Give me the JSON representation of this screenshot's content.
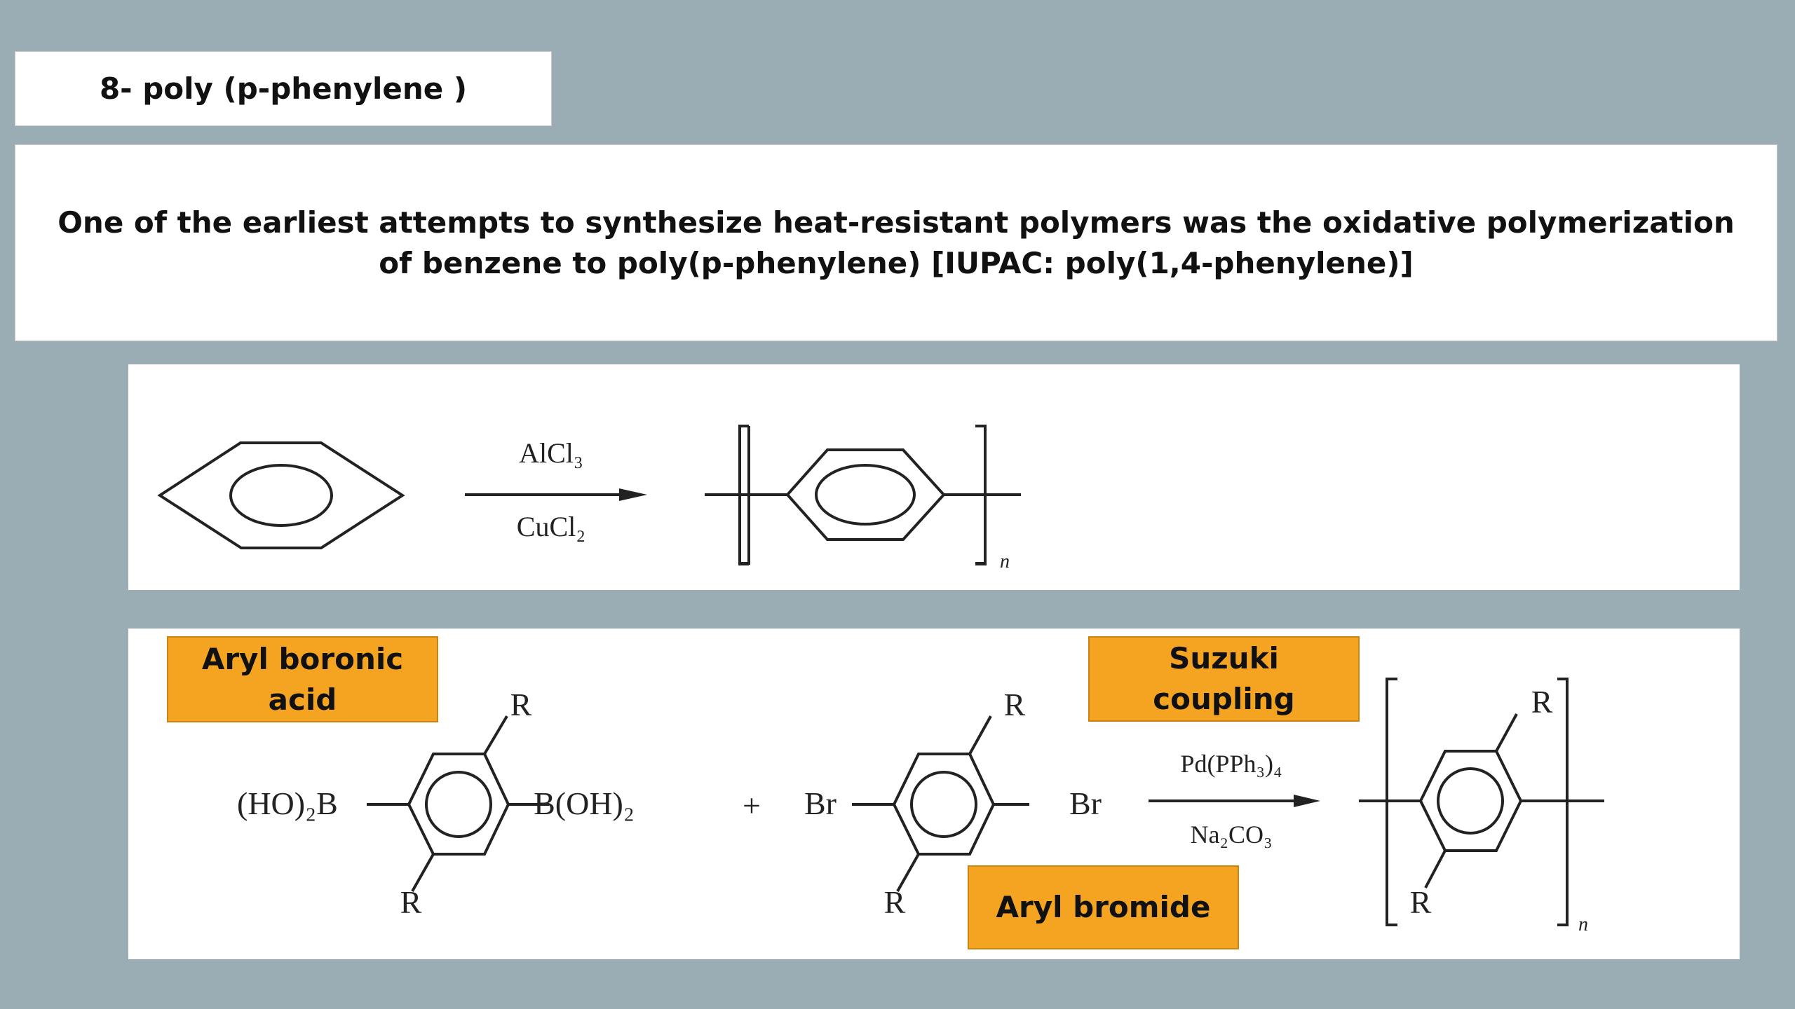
{
  "title": "8- poly (p-phenylene )",
  "description": {
    "line1": "One of the earliest attempts to synthesize heat-resistant polymers was the oxidative polymerization",
    "line2": "of benzene to poly(p-phenylene) [IUPAC: poly(1,4-phenylene)]"
  },
  "reaction1": {
    "reagent_top": "AlCl₃",
    "reagent_bottom": "CuCl₂",
    "subscript": "n"
  },
  "reaction2": {
    "label_boronic": [
      "Aryl boronic",
      "acid"
    ],
    "label_suzuki": [
      "Suzuki",
      "coupling"
    ],
    "label_bromide": "Aryl bromide",
    "boronic_left": "(HO)₂B",
    "boronic_right": "B(OH)₂",
    "plus": "+",
    "bromo_left": "Br",
    "bromo_right": "Br",
    "substituent": "R",
    "reagent_top": "Pd(PPh₃)₄",
    "reagent_bottom": "Na₂CO₃",
    "subscript": "n"
  },
  "colors": {
    "background": "#9aacb4",
    "tag_fill": "#f4a421"
  }
}
